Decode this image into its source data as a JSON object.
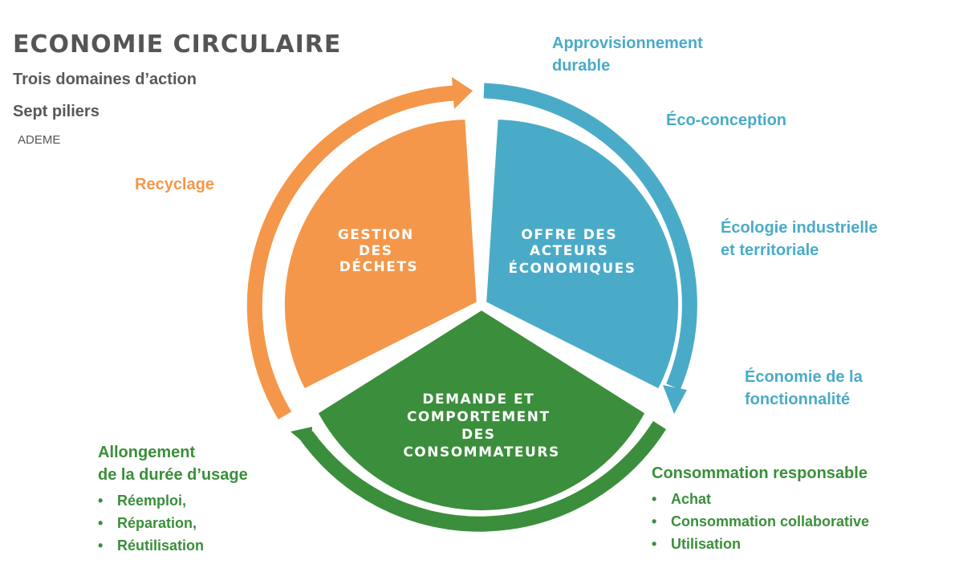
{
  "header": {
    "title": "ECONOMIE CIRCULAIRE",
    "subtitle1": "Trois domaines d’action",
    "subtitle2": "Sept piliers",
    "source": "ADEME"
  },
  "colors": {
    "orange": "#f4974a",
    "blue": "#4aabc8",
    "green": "#3b8e3b"
  },
  "domains": {
    "waste": [
      "GESTION",
      "DES",
      "DÉCHETS"
    ],
    "supply": [
      "OFFRE DES",
      "ACTEURS",
      "ÉCONOMIQUES"
    ],
    "demand": [
      "DEMANDE ET",
      "COMPORTEMENT",
      "DES",
      "CONSOMMATEURS"
    ]
  },
  "pillars": {
    "supply_sustainable": [
      "Approvisionnement",
      "durable"
    ],
    "eco_design": "Éco-conception",
    "industrial_ecology": [
      "Écologie industrielle",
      "et territoriale"
    ],
    "functional_economy": [
      "Économie de la",
      "fonctionnalité"
    ],
    "recycling": "Recyclage",
    "extension": {
      "title": [
        "Allongement",
        "de la durée d’usage"
      ],
      "items": [
        "Réemploi,",
        "Réparation,",
        "Réutilisation"
      ]
    },
    "responsible": {
      "title": "Consommation responsable",
      "items": [
        "Achat",
        "Consommation collaborative",
        "Utilisation"
      ]
    }
  }
}
